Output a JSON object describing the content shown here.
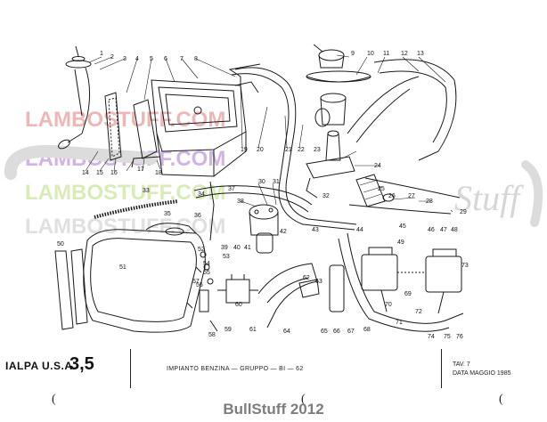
{
  "watermarks": [
    "LAMBOSTUFF.COM",
    "LAMBOSTUFF.COM",
    "LAMBOSTUFF.COM",
    "LAMBOSTUFF.COM"
  ],
  "watermark_script": "Stuff",
  "colors": {
    "watermark_red": "#e8a0a0",
    "watermark_purple": "#c49ae0",
    "watermark_green": "#cbe6a0",
    "watermark_gray": "#d6d6d6",
    "line": "#1a1a1a",
    "footer": "#7d7d7d"
  },
  "callouts": [
    "1",
    "2",
    "3",
    "4",
    "5",
    "6",
    "7",
    "8",
    "9",
    "10",
    "11",
    "12",
    "13",
    "14",
    "15",
    "16",
    "17",
    "18",
    "19",
    "20",
    "21",
    "22",
    "23",
    "24",
    "25",
    "26",
    "27",
    "28",
    "29",
    "30",
    "31",
    "32",
    "33",
    "34",
    "35",
    "36",
    "37",
    "38",
    "39",
    "40",
    "41",
    "42",
    "43",
    "44",
    "45",
    "46",
    "47",
    "48",
    "49",
    "50",
    "51",
    "52",
    "53",
    "54",
    "55",
    "56",
    "57",
    "58",
    "59",
    "60",
    "61",
    "62",
    "63",
    "64",
    "65",
    "66",
    "67",
    "68",
    "69",
    "70",
    "71",
    "72",
    "73",
    "74",
    "75",
    "76"
  ],
  "title_block": {
    "model_name": "IALPA U.S.A.",
    "model_version": "3,5",
    "description": "IMPIANTO BENZINA — GRUPPO — BI — 62",
    "plate": "TAV. 7",
    "date": "DATA MAGGIO 1985"
  },
  "edge_marks": [
    "(",
    "(",
    "("
  ],
  "footer": "BullStuff 2012"
}
